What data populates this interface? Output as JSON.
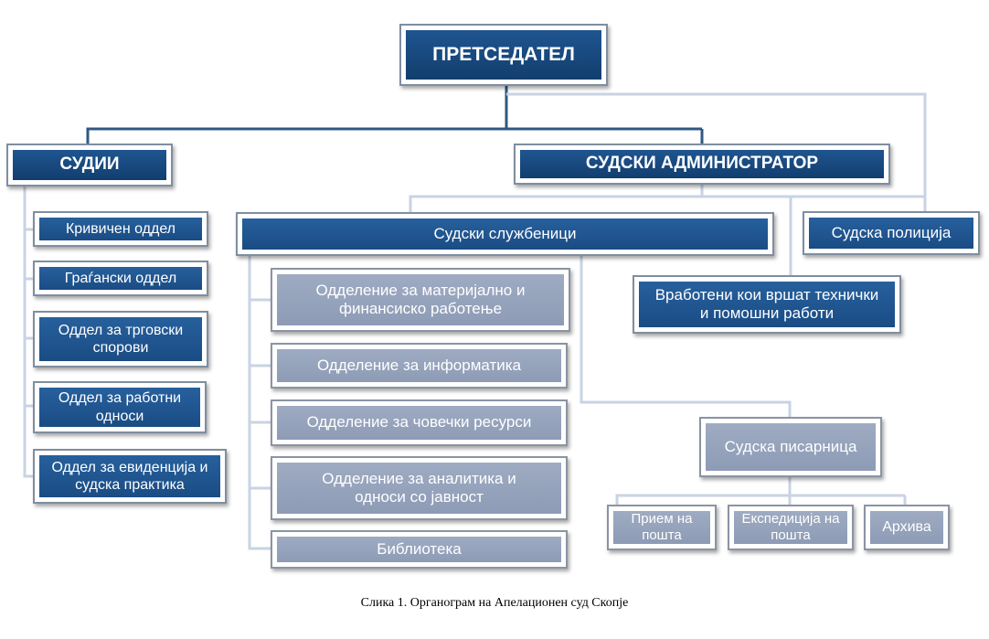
{
  "nodes": {
    "president": "ПРЕТСЕДАТЕЛ",
    "judges": "СУДИИ",
    "administrator": "СУДСКИ АДМИНИСТРАТОР",
    "judges_depts": [
      "Кривичен оддел",
      "Граѓански оддел",
      "Оддел за трговски спорови",
      "Оддел за работни односи",
      "Оддел за евиденција и судска практика"
    ],
    "officials": "Судски службеници",
    "police": "Судска полиција",
    "tech_staff": "Вработени кои вршат технички и помошни работи",
    "officials_depts": [
      "Одделение за материјално и финансиско работење",
      "Одделение за информатика",
      "Одделение за човечки ресурси",
      "Одделение за аналитика и односи со јавност",
      "Библиотека"
    ],
    "registry": "Судска писарница",
    "registry_units": [
      "Прием на пошта",
      "Експедиција на пошта",
      "Архива"
    ]
  },
  "caption": "Слика 1. Органограм на Апелационен суд Скопје",
  "colors": {
    "dark_box": "#154677",
    "mid_box": "#215a96",
    "grey_box": "#95a3bc",
    "connector_dark": "#2f5883",
    "connector_light": "#c9d3e3"
  }
}
